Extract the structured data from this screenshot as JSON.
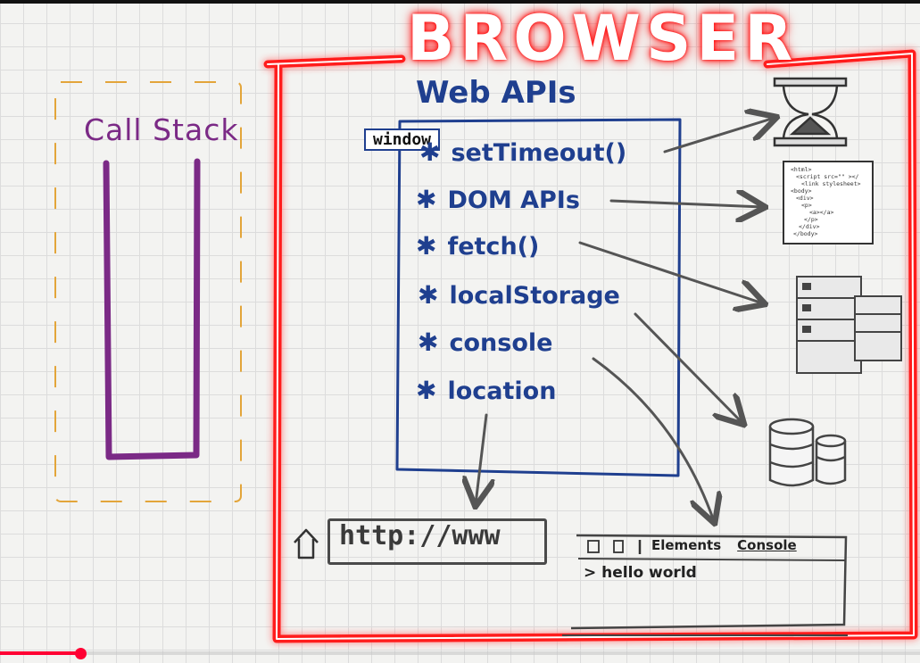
{
  "diagram": {
    "browser_title": "BROWSER",
    "call_stack_title": "Call Stack",
    "web_apis_title": "Web APIs",
    "window_label": "window",
    "apis": [
      {
        "label": "setTimeout()"
      },
      {
        "label": "DOM APIs"
      },
      {
        "label": "fetch()"
      },
      {
        "label": "localStorage"
      },
      {
        "label": "console"
      },
      {
        "label": "location"
      }
    ],
    "url_text": "http://www",
    "devtools": {
      "tab_elements": "Elements",
      "tab_console": "Console",
      "output": "> hello world"
    },
    "code_lines": [
      "<html>",
      "<script src=\"\" ></",
      "<link stylesheet>",
      "<body>",
      "<div>",
      "<p>",
      "<a></a>",
      "</p>",
      "</div>",
      "</body>"
    ],
    "colors": {
      "browser_glow": "#ff1a1a",
      "call_stack": "#7b2a86",
      "web_apis": "#1f3f8f",
      "call_stack_dashes": "#e3a53a",
      "arrows": "#555555",
      "progress": "#ff0033"
    },
    "video_progress": 0.087
  }
}
